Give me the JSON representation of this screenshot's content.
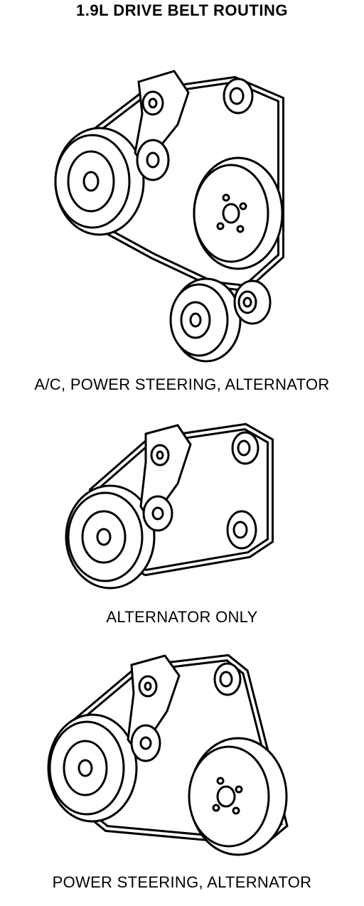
{
  "title": "1.9L DRIVE BELT ROUTING",
  "diagrams": [
    {
      "caption": "A/C, POWER STEERING, ALTERNATOR"
    },
    {
      "caption": "ALTERNATOR ONLY"
    },
    {
      "caption": "POWER STEERING, ALTERNATOR"
    }
  ],
  "colors": {
    "ink": "#000000",
    "paper": "#ffffff"
  }
}
